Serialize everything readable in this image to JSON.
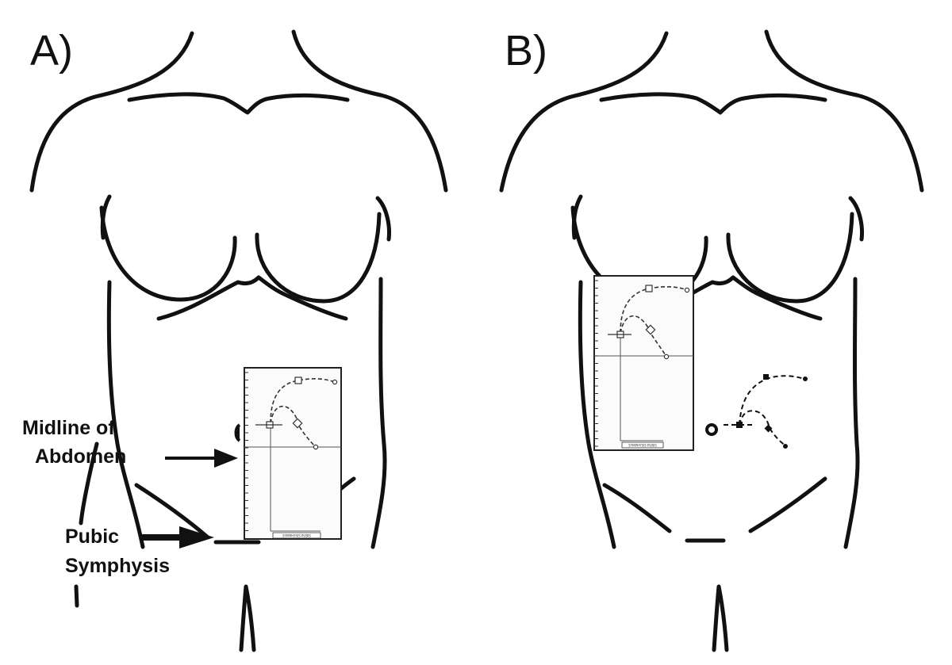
{
  "panels": [
    {
      "label": "A)",
      "annotations": {
        "midline": [
          "Midline of",
          "Abdomen"
        ],
        "pubic": [
          "Pubic",
          "Symphysis"
        ]
      },
      "chart": {
        "footer": "SYMPHYSIS PUBIS"
      }
    },
    {
      "label": "B)",
      "chart": {
        "footer": "SYMPHYSIS PUBIS"
      }
    }
  ]
}
